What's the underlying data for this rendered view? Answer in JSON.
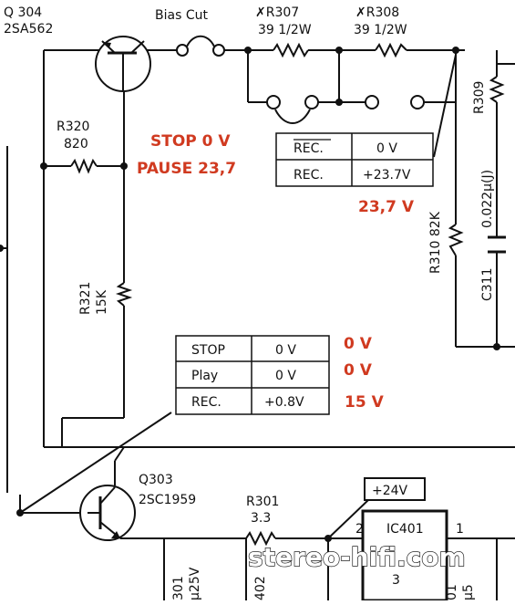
{
  "components": {
    "q304": {
      "ref": "Q 304",
      "part": "2SA562"
    },
    "bias_cut": "Bias Cut",
    "r307": {
      "ref": "✗R307",
      "value": "39  1/2W"
    },
    "r308": {
      "ref": "✗R308",
      "value": "39  1/2W"
    },
    "r309": "R309",
    "r320": {
      "ref": "R320",
      "value": "820"
    },
    "r321": {
      "ref": "R321",
      "value": "15K"
    },
    "r310": "R310 82K",
    "c311": {
      "ref": "C311",
      "value": "0.022μ(J)"
    },
    "q303": {
      "ref": "Q303",
      "part": "2SC1959"
    },
    "r301": {
      "ref": "R301",
      "value": "3.3"
    },
    "ic401": {
      "ref": "IC401",
      "pin_left": "2",
      "pin_right": "1",
      "pin_bottom": "3"
    },
    "supply": "+24V"
  },
  "table_top": {
    "rows": [
      {
        "mode": "REC.",
        "voltage": "0 V",
        "overline": true
      },
      {
        "mode": "REC.",
        "voltage": "+23.7V",
        "overline": false
      }
    ]
  },
  "table_mid": {
    "rows": [
      {
        "mode": "STOP",
        "voltage": "0 V"
      },
      {
        "mode": "Play",
        "voltage": "0 V"
      },
      {
        "mode": "REC.",
        "voltage": "+0.8V"
      }
    ]
  },
  "annotations": {
    "stop": "STOP 0 V",
    "pause": "PAUSE  23,7",
    "rec_right": "23,7 V",
    "mid_stop": "0 V",
    "mid_play": "0 V",
    "mid_rec": "15 V"
  },
  "bottom_partial": {
    "a": "301",
    "b": "μ25V",
    "c": "402",
    "d": "01",
    "e": "μ5"
  },
  "watermark": "stereo-hifi.com",
  "colors": {
    "annotation": "#d03a20",
    "ink": "#111111"
  }
}
